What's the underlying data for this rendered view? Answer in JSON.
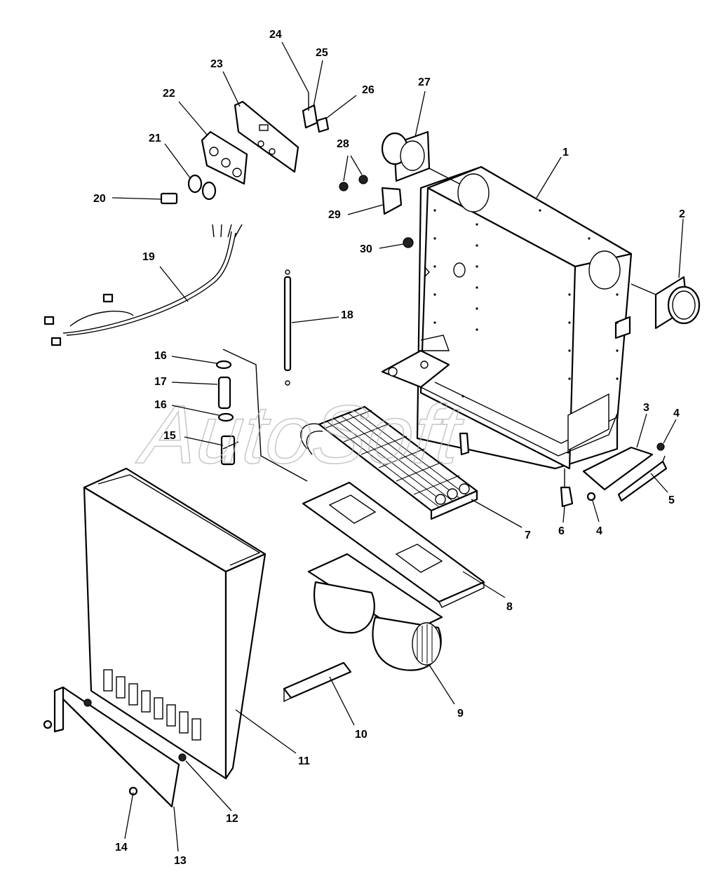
{
  "watermark": "AutoSoft",
  "callouts": [
    {
      "id": "1",
      "label": "1"
    },
    {
      "id": "2",
      "label": "2"
    },
    {
      "id": "3",
      "label": "3"
    },
    {
      "id": "4a",
      "label": "4"
    },
    {
      "id": "4b",
      "label": "4"
    },
    {
      "id": "5",
      "label": "5"
    },
    {
      "id": "6",
      "label": "6"
    },
    {
      "id": "7",
      "label": "7"
    },
    {
      "id": "8",
      "label": "8"
    },
    {
      "id": "9",
      "label": "9"
    },
    {
      "id": "10",
      "label": "10"
    },
    {
      "id": "11",
      "label": "11"
    },
    {
      "id": "12",
      "label": "12"
    },
    {
      "id": "13",
      "label": "13"
    },
    {
      "id": "14",
      "label": "14"
    },
    {
      "id": "15",
      "label": "15"
    },
    {
      "id": "16a",
      "label": "16"
    },
    {
      "id": "16b",
      "label": "16"
    },
    {
      "id": "17",
      "label": "17"
    },
    {
      "id": "18",
      "label": "18"
    },
    {
      "id": "19",
      "label": "19"
    },
    {
      "id": "20",
      "label": "20"
    },
    {
      "id": "21",
      "label": "21"
    },
    {
      "id": "22",
      "label": "22"
    },
    {
      "id": "23",
      "label": "23"
    },
    {
      "id": "24",
      "label": "24"
    },
    {
      "id": "25",
      "label": "25"
    },
    {
      "id": "26",
      "label": "26"
    },
    {
      "id": "27",
      "label": "27"
    },
    {
      "id": "28",
      "label": "28"
    },
    {
      "id": "29",
      "label": "29"
    },
    {
      "id": "30",
      "label": "30"
    }
  ]
}
